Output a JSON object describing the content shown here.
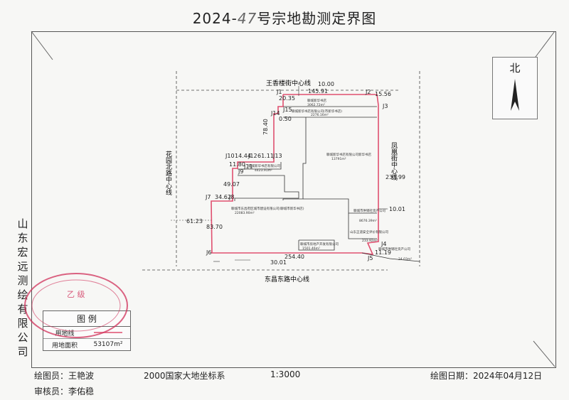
{
  "title": {
    "prefix": "2024-",
    "number": "47",
    "suffix": "号宗地勘测定界图"
  },
  "company": "山东宏远测绘有限公司",
  "compass": {
    "label": "北"
  },
  "map": {
    "roads": {
      "north": "王香楼街中心线",
      "south": "东昌东路中心线",
      "west": "花园北路中心线",
      "east": "凤凰街中心线"
    },
    "points": [
      "J1",
      "J2",
      "J3",
      "J4",
      "J5",
      "J6",
      "J7",
      "J8",
      "J9",
      "J10",
      "J11",
      "J12",
      "J13",
      "J14",
      "J15"
    ],
    "distances": {
      "d_10_00": "10.00",
      "d_145_91": "145.91",
      "d_15_56": "15.56",
      "d_20_35": "20.35",
      "d_0_50": "0.50",
      "d_78_40": "78.40",
      "d_14_44": "14.44",
      "d_61_11": "61.11",
      "d_11_80": "11.80",
      "d_49_07": "49.07",
      "d_34_62": "34.62",
      "d_61_23": "61.23",
      "d_83_70": "83.70",
      "d_233_99": "233.99",
      "d_10_01": "10.01",
      "d_254_40": "254.40",
      "d_30_01": "30.01",
      "d_11_19": "11.19"
    },
    "parcels": {
      "p1_name": "聊城新华书店",
      "p1_area": "3062.72m²",
      "p2_name": "聊城新华书店有限公司(市新华书店)",
      "p2_area": "2276.16m²",
      "p3_name": "聊城新华书店有限公司",
      "p3_area": "4423.91m²",
      "p4_name": "聊城新华书店有限公司新华书店",
      "p4_area": "13791m²",
      "p5_name": "聊城市东昌府区城市建设有限公司(聊城市新华书店)",
      "p5_area": "22083.90m²",
      "p6_name": "聊城市房地产开发有限公司",
      "p6_area": "1501.46m²",
      "p7_name": "聊城市供销社资产公司",
      "p7_area": "8676.39m²",
      "p8_name": "山东正道安全评价有限公司",
      "p8_area": "233.92m²",
      "p9_name": "聊城市供销社资产公司",
      "p9_area": "24.03m²"
    }
  },
  "legend": {
    "title": "图  例",
    "row1_label": "用地线",
    "row2_label": "用地面积",
    "row2_value": "53107m²"
  },
  "seal": {
    "text": "乙 级"
  },
  "footer": {
    "drawer": "绘图员：王艳波",
    "reviewer": "审核员：李佑稳",
    "coord_system": "2000国家大地坐标系",
    "scale": "1:3000",
    "date": "绘图日期：2024年04月12日"
  },
  "colors": {
    "boundary": "#e05070",
    "seal": "#d0305a",
    "line": "#333333"
  }
}
